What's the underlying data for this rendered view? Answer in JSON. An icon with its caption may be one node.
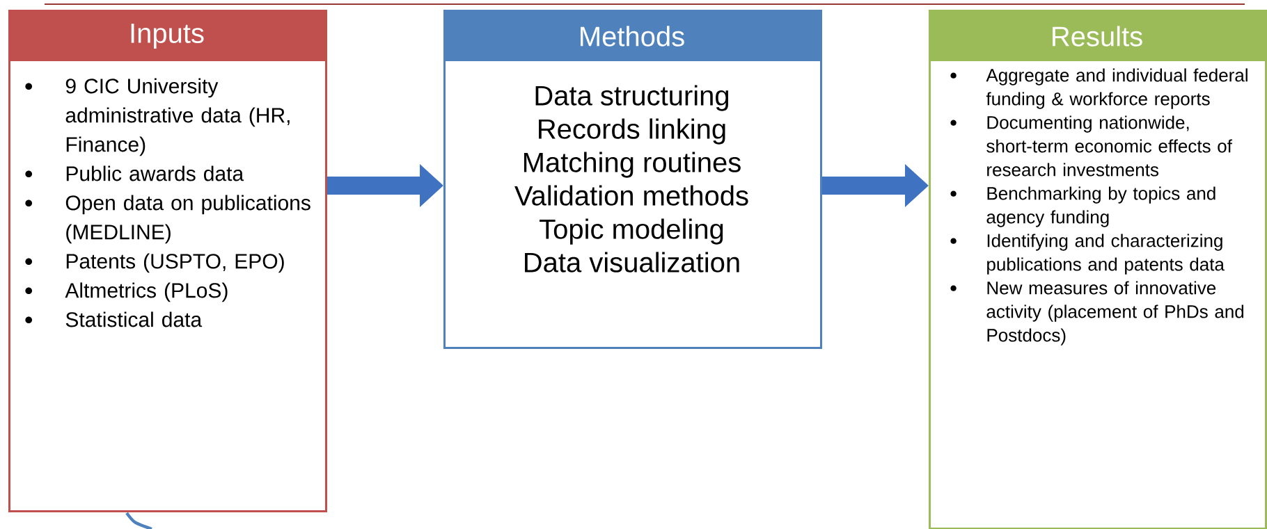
{
  "diagram": {
    "nodes": [
      {
        "text": [
          "Inputs",
          "9 CIC University administrative data (HR, Finance)",
          "Public awards data",
          "Open data on publications (MEDLINE)",
          "Patents (USPTO, EPO)",
          "Altmetrics (PLoS)",
          "Statistical data"
        ]
      },
      {
        "text": [
          "Methods",
          "Data structuring",
          "Records linking",
          "Matching routines",
          "Validation methods",
          "Topic modeling",
          "Data visualization"
        ]
      },
      {
        "text": [
          "Results",
          "Aggregate and individual federal funding & workforce reports",
          "Documenting nationwide, short-term economic effects of research investments",
          "Benchmarking by topics and agency funding",
          "Identifying and characterizing publications and patents data",
          "New measures of innovative activity (placement of PhDs and Postdocs)"
        ]
      }
    ],
    "edges": [
      {
        "from": 0,
        "to": 1,
        "arrow": "to"
      },
      {
        "from": 1,
        "to": 2,
        "arrow": "to"
      }
    ]
  }
}
